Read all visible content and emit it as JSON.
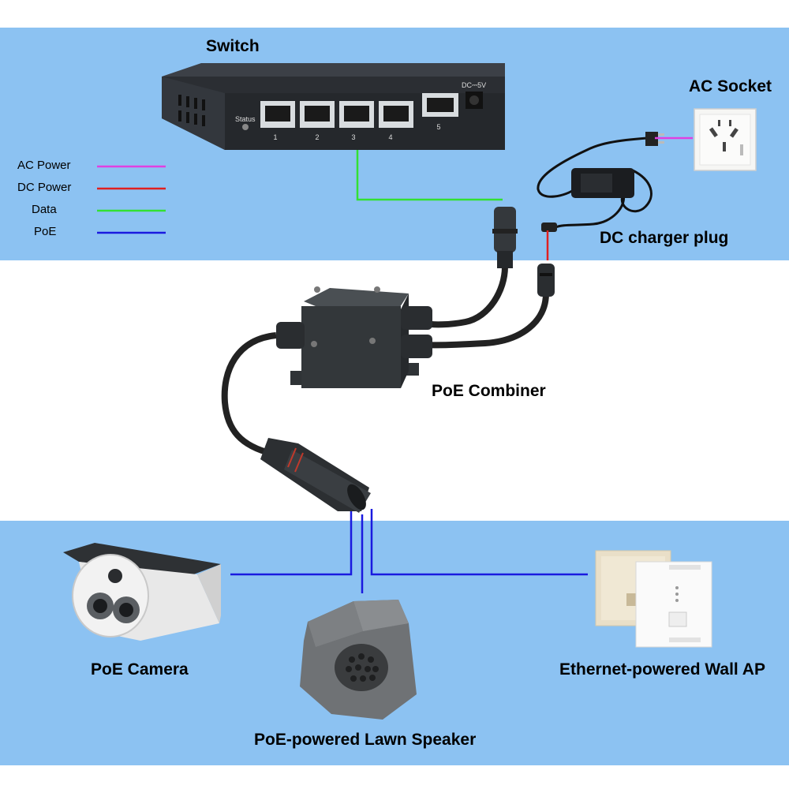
{
  "labels": {
    "switch": "Switch",
    "ac_socket": "AC Socket",
    "dc_charger": "DC charger plug",
    "combiner": "PoE Combiner",
    "camera": "PoE Camera",
    "speaker": "PoE-powered Lawn Speaker",
    "wall_ap": "Ethernet-powered Wall AP"
  },
  "switch_panel": {
    "status": "Status",
    "dc_label": "DC⎓5V",
    "ports": [
      "1",
      "2",
      "3",
      "4",
      "5"
    ]
  },
  "legend": [
    {
      "label": "AC Power",
      "color": "#e040e0"
    },
    {
      "label": "DC Power",
      "color": "#e02020"
    },
    {
      "label": "Data",
      "color": "#33e033"
    },
    {
      "label": "PoE",
      "color": "#1a1adf"
    }
  ],
  "colors": {
    "band": "#8cc2f2",
    "ac_line": "#e040e0",
    "dc_line": "#e02020",
    "data_line": "#33e033",
    "poe_line": "#1a1adf"
  }
}
